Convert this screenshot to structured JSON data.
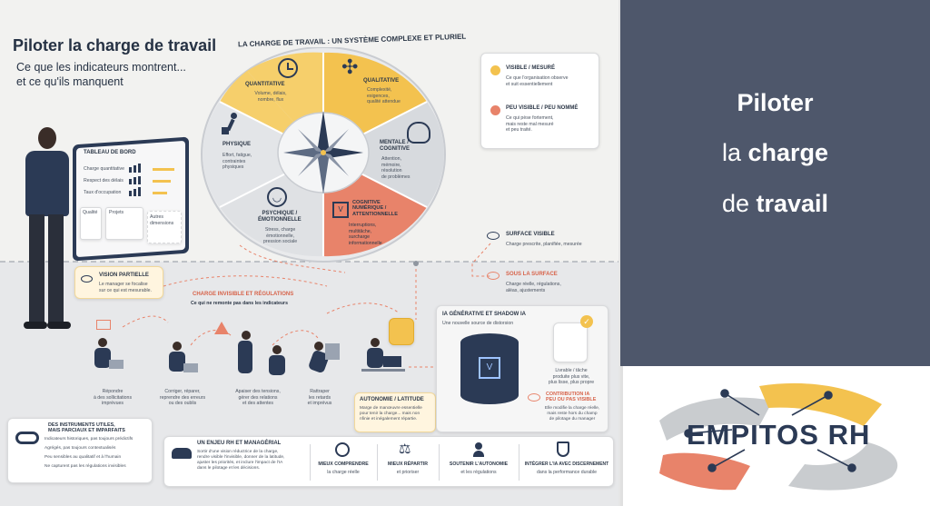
{
  "infographic": {
    "title": "Piloter la charge de travail",
    "subtitle_line1": "Ce que les indicateurs montrent...",
    "subtitle_line2": "et ce qu'ils manquent",
    "wheel_title": "LA CHARGE DE TRAVAIL : UN SYSTÈME COMPLEXE ET PLURIEL",
    "segments": [
      {
        "label": "QUANTITATIVE",
        "desc": "Volume, délais,\nnombre, flux"
      },
      {
        "label": "QUALITATIVE",
        "desc": "Complexité,\nexigences,\nqualité attendue"
      },
      {
        "label": "MENTALE /\nCOGNITIVE",
        "desc": "Attention,\nmémoire,\nrésolution\nde problèmes"
      },
      {
        "label": "COGNITIVE\nNUMÉRIQUE /\nATTENTIONNELLE",
        "desc": "Interruptions,\nmultitâche,\nsurcharge\ninformationnelle"
      },
      {
        "label": "PSYCHIQUE /\nÉMOTIONNELLE",
        "desc": "Stress, charge\némotionnelle,\npression sociale"
      },
      {
        "label": "PHYSIQUE",
        "desc": "Effort, fatigue,\ncontraintes\nphysiques"
      }
    ],
    "legend": {
      "visible_title": "VISIBLE / MESURÉ",
      "visible_desc": "Ce que l'organisation observe\net suit essentiellement",
      "hidden_title": "PEU VISIBLE / PEU NOMMÉ",
      "hidden_desc": "Ce qui pèse fortement,\nmais reste mal mesuré\net peu traité."
    },
    "dashboard": {
      "title": "TABLEAU DE BORD",
      "rows": [
        "Charge quantitative",
        "Respect des délais",
        "Taux d'occupation"
      ],
      "tiles": [
        "Qualité",
        "Projets",
        "Autres\ndimensions"
      ]
    },
    "surface_visible": {
      "title": "SURFACE VISIBLE",
      "desc": "Charge prescrite, planifiée, mesurée"
    },
    "sous_surface": {
      "title": "SOUS LA SURFACE",
      "desc": "Charge réelle, régulations,\naléas, ajustements"
    },
    "vision_partielle": {
      "title": "VISION PARTIELLE",
      "desc": "Le manager se focalise\nsur ce qui est mesurable."
    },
    "invisible": {
      "title": "CHARGE INVISIBLE ET RÉGULATIONS",
      "subtitle": "Ce qui ne remonte pas dans les indicateurs"
    },
    "steps": [
      "Répondre\nà des sollicitations\nimprévues",
      "Corriger, réparer,\nreprendre des erreurs\nou des oublis",
      "Apaiser des tensions,\ngérer des relations\net des attentes",
      "Rattraper\nles retards\net imprévus"
    ],
    "autonomie": {
      "title": "AUTONOMIE / LATITUDE",
      "desc": "Marge de manœuvre essentielle\npour tenir la charge... mais non\nnfinie et inégalement répartie."
    },
    "ia": {
      "title": "IA GÉNÉRATIVE ET SHADOW IA",
      "subtitle": "Une nouvelle source de distorsion",
      "livrable": "Livrable / tâche\nproduite plus vite,\nplus lisse, plus propre",
      "contrib_title": "CONTRIBUTION IA\nPEU OU PAS VISIBLE",
      "contrib_desc": "Elle modifie la charge réelle,\nmais reste hors du champ\nde pilotage du manager"
    },
    "instruments": {
      "title": "DES INSTRUMENTS UTILES,\nMAIS PARCIAUX ET IMPARFAITS",
      "items": [
        "Indicateurs historiques, pas toujours prédictifs",
        "Agrégés, pas toujours contextualisés",
        "Peu sensibles au qualitatif et à l'humain",
        "Ne capturent pas les régulations invisibles"
      ]
    },
    "enjeu": {
      "title": "UN ENJEU RH ET MANAGÉRIAL",
      "desc": "Sortir d'une vision réductrice de la charge,\nrendre visible l'invisible, donner de la latitude,\najuster les priorités, et inclure l'impact de l'IA\ndans le pilotage et les décisions.",
      "actions": [
        {
          "title": "MIEUX COMPRENDRE",
          "desc": "la charge réelle"
        },
        {
          "title": "MIEUX RÉPARTIR",
          "desc": "et prioriser"
        },
        {
          "title": "SOUTENIR L'AUTONOMIE",
          "desc": "et les régulations"
        },
        {
          "title": "INTÉGRER L'IA AVEC DISCERNEMENT",
          "desc": "dans la performance durable"
        }
      ]
    }
  },
  "panel": {
    "line1": "Piloter",
    "line2_pre": "la ",
    "line2_bold": "charge",
    "line3_pre": "de ",
    "line3_bold": "travail"
  },
  "logo": {
    "text": "EMPITOS RH"
  },
  "colors": {
    "yellow": "#f3c24f",
    "salmon": "#e8836a",
    "navy": "#2b3a55",
    "panel": "#4e576b",
    "grey": "#9aa0a8"
  }
}
